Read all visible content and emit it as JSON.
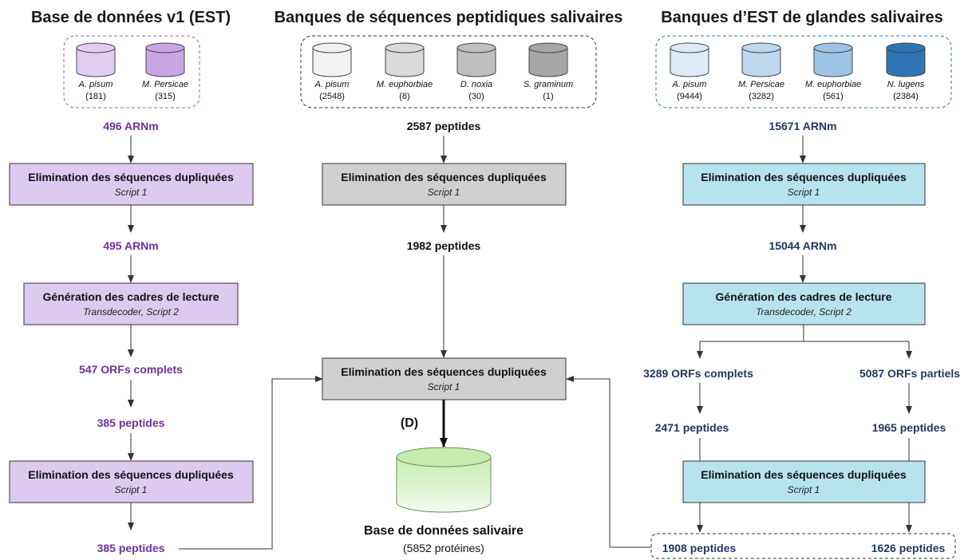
{
  "headers": {
    "left": "Base de données v1 (EST)",
    "middle": "Banques de séquences peptidiques salivaires",
    "right": "Banques d’EST de glandes salivaires"
  },
  "left": {
    "species": [
      {
        "name": "A. pisum",
        "count": "(181)",
        "color": "#e2cdf2"
      },
      {
        "name": "M. Persicae",
        "count": "(315)",
        "color": "#c8a6e6"
      }
    ],
    "count1": "496 ARNm",
    "box1": {
      "title": "Elimination des séquences dupliquées",
      "sub": "Script 1"
    },
    "count2": "495 ARNm",
    "box2": {
      "title": "Génération des cadres de lecture",
      "sub": "Transdecoder, Script 2"
    },
    "count3": "547 ORFs complets",
    "count4": "385 peptides",
    "box3": {
      "title": "Elimination des séquences dupliquées",
      "sub": "Script 1"
    },
    "count5": "385 peptides"
  },
  "middle": {
    "species": [
      {
        "name": "A. pisum",
        "count": "(2548)",
        "color": "#f2f2f2"
      },
      {
        "name": "M. euphorbiae",
        "count": "(8)",
        "color": "#d9d9d9"
      },
      {
        "name": "D. noxia",
        "count": "(30)",
        "color": "#bfbfbf"
      },
      {
        "name": "S. graminum",
        "count": "(1)",
        "color": "#a6a6a6"
      }
    ],
    "count1": "2587 peptides",
    "box1": {
      "title": "Elimination des séquences dupliquées",
      "sub": "Script 1"
    },
    "count2": "1982 peptides",
    "box2": {
      "title": "Elimination des séquences dupliquées",
      "sub": "Script 1"
    },
    "label_d": "(D)",
    "db_title": "Base de données salivaire",
    "db_sub": "(5852 protéines)"
  },
  "right": {
    "species": [
      {
        "name": "A. pisum",
        "count": "(9444)",
        "color": "#deebf7"
      },
      {
        "name": "M. Persicae",
        "count": "(3282)",
        "color": "#bdd7ee"
      },
      {
        "name": "M. euphorbiae",
        "count": "(561)",
        "color": "#9dc3e6"
      },
      {
        "name": "N. lugens",
        "count": "(2384)",
        "color": "#2e75b6"
      }
    ],
    "count1": "15671 ARNm",
    "box1": {
      "title": "Elimination des séquences dupliquées",
      "sub": "Script 1"
    },
    "count2": "15044 ARNm",
    "box2": {
      "title": "Génération des cadres de lecture",
      "sub": "Transdecoder, Script 2"
    },
    "orf_complete": "3289 ORFs complets",
    "orf_partial": "5087 ORFs partiels",
    "pep_complete": "2471 peptides",
    "pep_partial": "1965 peptides",
    "box3": {
      "title": "Elimination des séquences dupliquées",
      "sub": "Script 1"
    },
    "final_complete": "1908 peptides",
    "final_partial": "1626 peptides"
  },
  "colors": {
    "purple_text": "#7030a0",
    "navy_text": "#1f3864",
    "purple_box": "#dccaf0",
    "gray_box": "#d0d0d0",
    "cyan_box": "#b7e3ee",
    "db_green": "#d8f2c8"
  }
}
